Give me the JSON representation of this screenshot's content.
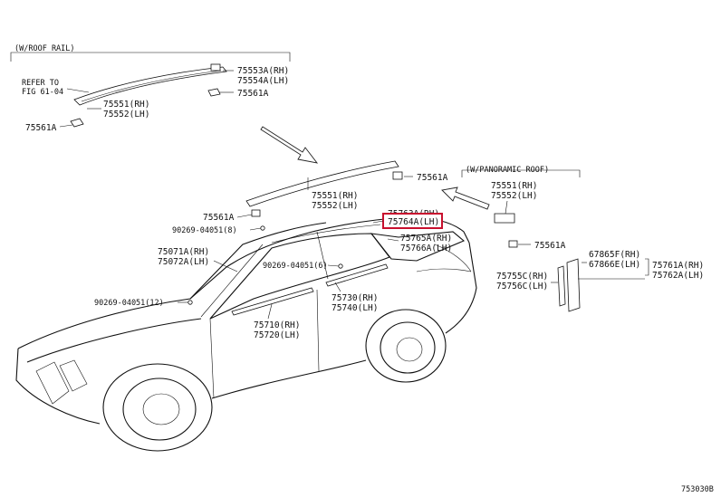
{
  "sections": {
    "roof_rail": "(W/ROOF RAIL)",
    "panoramic_roof": "(W/PANORAMIC ROOF)"
  },
  "refer": {
    "line1": "REFER TO",
    "line2": "FIG 61-04"
  },
  "labels": {
    "p75553A": "75553A(RH)",
    "p75554A": "75554A(LH)",
    "p75561A_top": "75561A",
    "p75551_rail": "75551(RH)",
    "p75552_rail": "75552(LH)",
    "p75561A_rail": "75561A",
    "p75561A_roof": "75561A",
    "p75551_main": "75551(RH)",
    "p75552_main": "75552(LH)",
    "p75561A_left": "75561A",
    "p90269_8": "90269-04051(8)",
    "p75763A": "75763A(RH)",
    "p75764A": "75764A(LH)",
    "p75071A": "75071A(RH)",
    "p75072A": "75072A(LH)",
    "p75765A": "75765A(RH)",
    "p75766A": "75766A(LH)",
    "p90269_6": "90269-04051(6)",
    "p90269_12": "90269-04051(12)",
    "p75730": "75730(RH)",
    "p75740": "75740(LH)",
    "p75710": "75710(RH)",
    "p75720": "75720(LH)",
    "p75551_pano": "75551(RH)",
    "p75552_pano": "75552(LH)",
    "p75561A_pano": "75561A",
    "p67865F": "67865F(RH)",
    "p67866E": "67866E(LH)",
    "p75761A": "75761A(RH)",
    "p75762A": "75762A(LH)",
    "p75755C": "75755C(RH)",
    "p75756C": "75756C(LH)"
  },
  "highlight_color": "#c8102e",
  "figure_code": "753030B"
}
